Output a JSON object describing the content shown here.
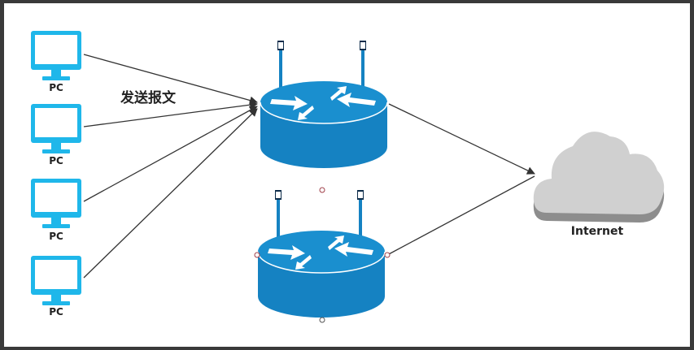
{
  "diagram": {
    "pc_label": "PC",
    "message_label": "发送报文",
    "internet_label": "Internet",
    "colors": {
      "pc": "#1fb7ea",
      "router": "#1582c2",
      "router_dark": "#0d6ea8",
      "cloud": "#cfcfcf",
      "cloud_shadow": "#9a9a9a",
      "line": "#333333"
    },
    "icons": [
      "monitor-icon",
      "router-icon",
      "cloud-icon",
      "arrow-icon"
    ]
  }
}
